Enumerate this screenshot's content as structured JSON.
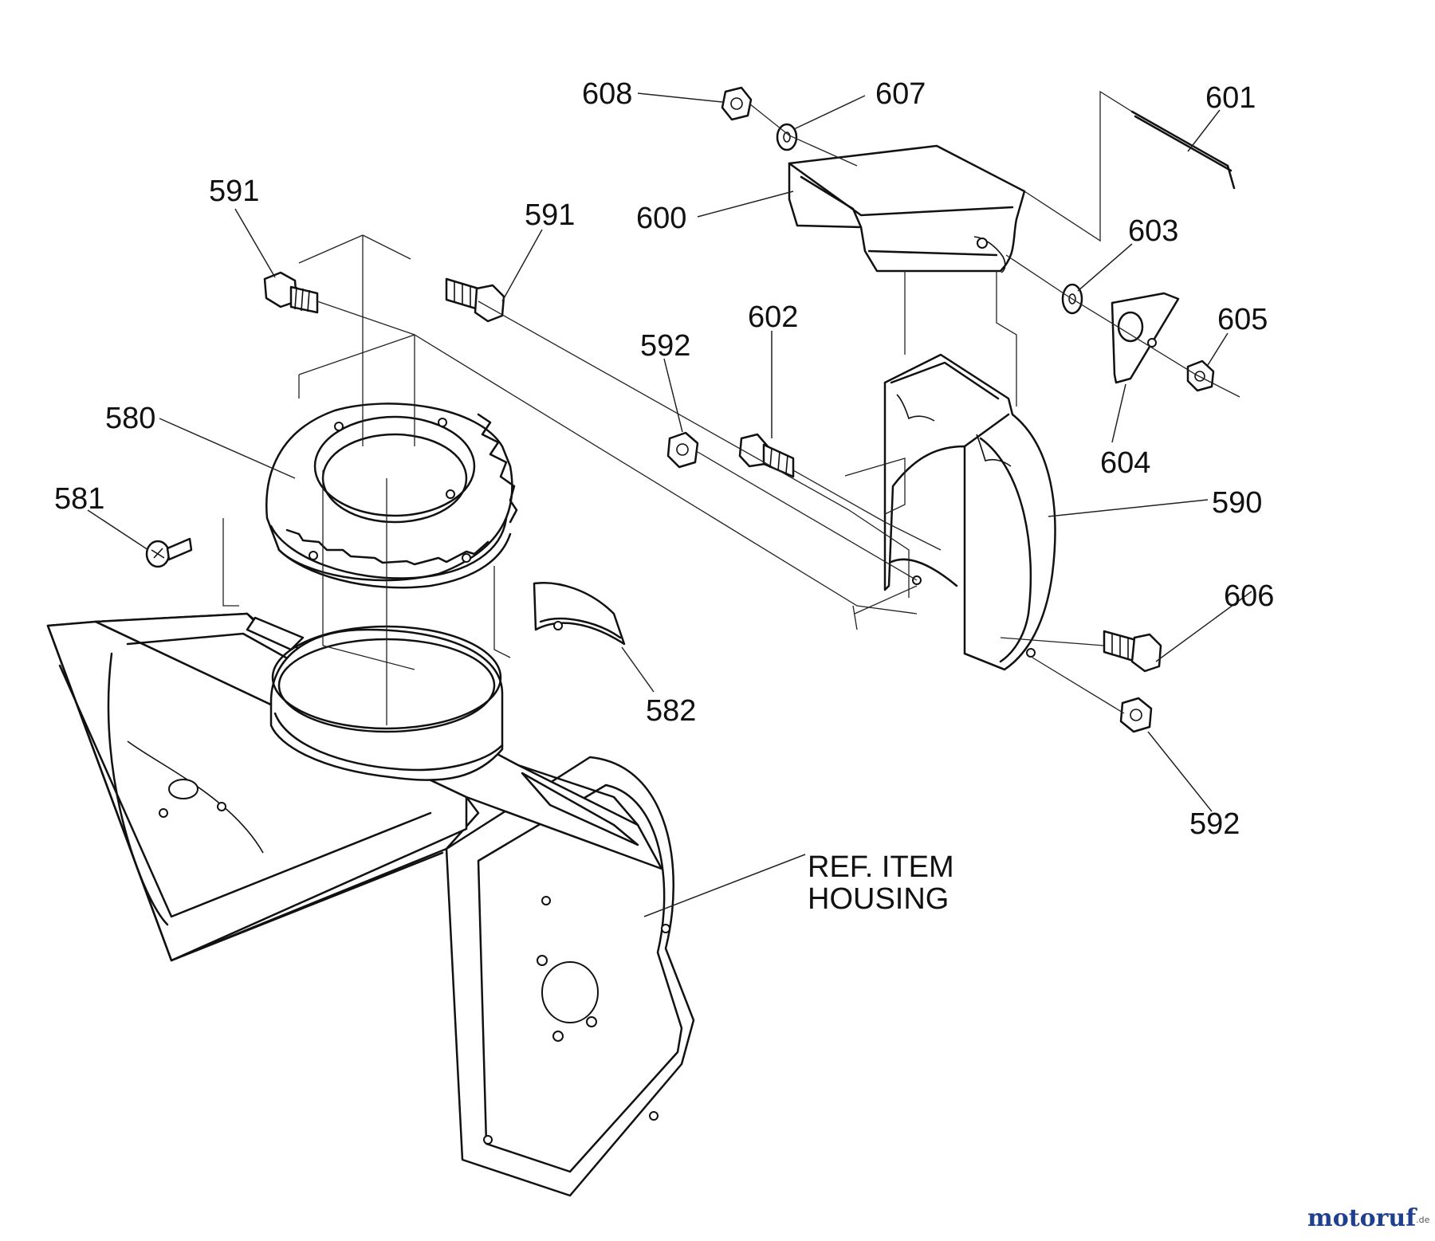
{
  "parts": {
    "p608": "608",
    "p607": "607",
    "p601": "601",
    "p591a": "591",
    "p591b": "591",
    "p600": "600",
    "p603": "603",
    "p602": "602",
    "p605": "605",
    "p592a": "592",
    "p580": "580",
    "p604": "604",
    "p590": "590",
    "p581": "581",
    "p606": "606",
    "p582": "582",
    "p592b": "592"
  },
  "reference": {
    "line1": "REF. ITEM",
    "line2": "HOUSING"
  },
  "watermark": {
    "brand_a": "motoruf",
    "brand_sup": ".de"
  },
  "colors": {
    "line": "#111111",
    "background": "#ffffff",
    "watermark_a": "#1f3f8f",
    "watermark_b": "#d4631a"
  }
}
